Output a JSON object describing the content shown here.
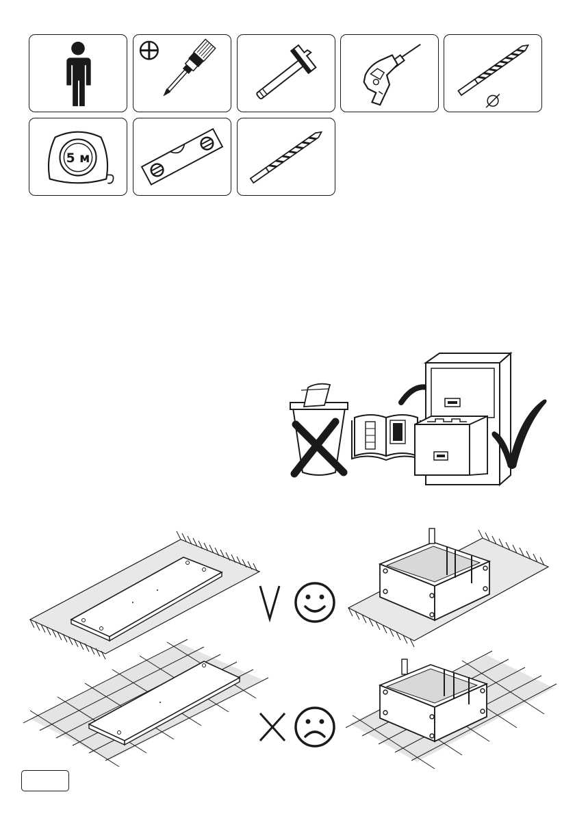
{
  "tools": [
    {
      "id": "person",
      "icon": "person-icon"
    },
    {
      "id": "screwdriver",
      "icon": "phillips-screwdriver-icon"
    },
    {
      "id": "hammer",
      "icon": "hammer-icon"
    },
    {
      "id": "drill",
      "icon": "power-drill-icon"
    },
    {
      "id": "drill-bit-diameter",
      "icon": "drill-bit-icon",
      "symbol": "⌀"
    },
    {
      "id": "tape",
      "icon": "tape-measure-icon",
      "label": "5 м"
    },
    {
      "id": "level",
      "icon": "spirit-level-icon"
    },
    {
      "id": "drill-bit",
      "icon": "drill-bit-icon"
    }
  ],
  "instructions": {
    "keep_manual": {
      "icons": [
        "trash-bin-icon",
        "manual-booklet-icon",
        "filing-cabinet-icon",
        "check-mark-icon"
      ]
    },
    "assembly_surface": {
      "good": {
        "mark": "V",
        "icon": "happy-face-icon"
      },
      "bad": {
        "mark": "×",
        "icon": "sad-face-icon"
      }
    }
  },
  "page_number": ""
}
